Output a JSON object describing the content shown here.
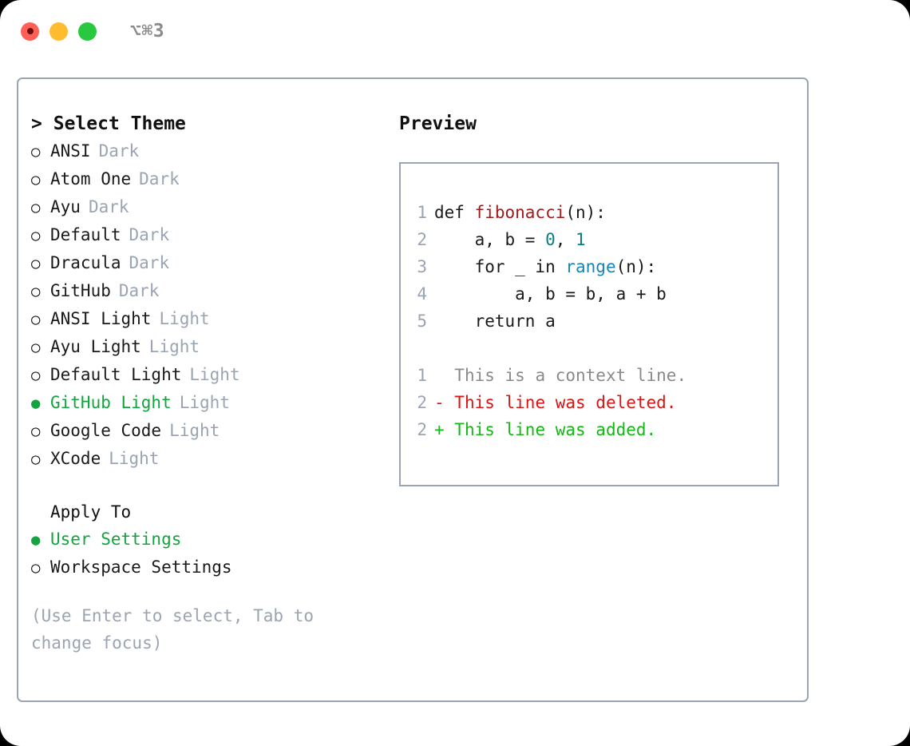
{
  "titlebar": {
    "shortcut": "⌥⌘3",
    "buttons": [
      {
        "name": "close",
        "color": "#ff5f57"
      },
      {
        "name": "minimize",
        "color": "#febc2e"
      },
      {
        "name": "zoom",
        "color": "#28c840"
      }
    ]
  },
  "colors": {
    "accent_green": "#13a33f",
    "muted": "#9aa4b2",
    "border": "#9aa4b2",
    "text": "#1a1a1a",
    "diff_add": "#14b814",
    "diff_del": "#d81414",
    "diff_ctx": "#8a8a8a",
    "syntax_function": "#9d1a1a",
    "syntax_number": "#0a7d7d",
    "syntax_builtin": "#1a84b5"
  },
  "theme_list": {
    "caret": ">",
    "title": "Select Theme",
    "marker_off": "○",
    "marker_on": "●",
    "items": [
      {
        "label": "ANSI",
        "variant": "Dark",
        "selected": false
      },
      {
        "label": "Atom One",
        "variant": "Dark",
        "selected": false
      },
      {
        "label": "Ayu",
        "variant": "Dark",
        "selected": false
      },
      {
        "label": "Default",
        "variant": "Dark",
        "selected": false
      },
      {
        "label": "Dracula",
        "variant": "Dark",
        "selected": false
      },
      {
        "label": "GitHub",
        "variant": "Dark",
        "selected": false
      },
      {
        "label": "ANSI Light",
        "variant": "Light",
        "selected": false
      },
      {
        "label": "Ayu Light",
        "variant": "Light",
        "selected": false
      },
      {
        "label": "Default Light",
        "variant": "Light",
        "selected": false
      },
      {
        "label": "GitHub Light",
        "variant": "Light",
        "selected": true
      },
      {
        "label": "Google Code",
        "variant": "Light",
        "selected": false
      },
      {
        "label": "XCode",
        "variant": "Light",
        "selected": false
      }
    ]
  },
  "apply_to": {
    "title": "Apply To",
    "items": [
      {
        "label": "User Settings",
        "selected": true
      },
      {
        "label": "Workspace Settings",
        "selected": false
      }
    ]
  },
  "hint": "(Use Enter to select, Tab to change focus)",
  "preview": {
    "title": "Preview",
    "code_lines": [
      {
        "number": "1",
        "tokens": [
          {
            "text": "def ",
            "kind": "plain"
          },
          {
            "text": "fibonacci",
            "kind": "fn"
          },
          {
            "text": "(n):",
            "kind": "plain"
          }
        ]
      },
      {
        "number": "2",
        "tokens": [
          {
            "text": "    a, b = ",
            "kind": "plain"
          },
          {
            "text": "0",
            "kind": "num"
          },
          {
            "text": ", ",
            "kind": "plain"
          },
          {
            "text": "1",
            "kind": "num"
          }
        ]
      },
      {
        "number": "3",
        "tokens": [
          {
            "text": "    for _ in ",
            "kind": "plain"
          },
          {
            "text": "range",
            "kind": "bi"
          },
          {
            "text": "(n):",
            "kind": "plain"
          }
        ]
      },
      {
        "number": "4",
        "tokens": [
          {
            "text": "        a, b = b, a + b",
            "kind": "plain"
          }
        ]
      },
      {
        "number": "5",
        "tokens": [
          {
            "text": "    return a",
            "kind": "plain"
          }
        ]
      }
    ],
    "diff_lines": [
      {
        "number": "1",
        "sign": " ",
        "text": " This is a context line.",
        "kind": "ctx"
      },
      {
        "number": "2",
        "sign": "-",
        "text": " This line was deleted.",
        "kind": "del"
      },
      {
        "number": "2",
        "sign": "+",
        "text": " This line was added.",
        "kind": "add"
      }
    ]
  }
}
